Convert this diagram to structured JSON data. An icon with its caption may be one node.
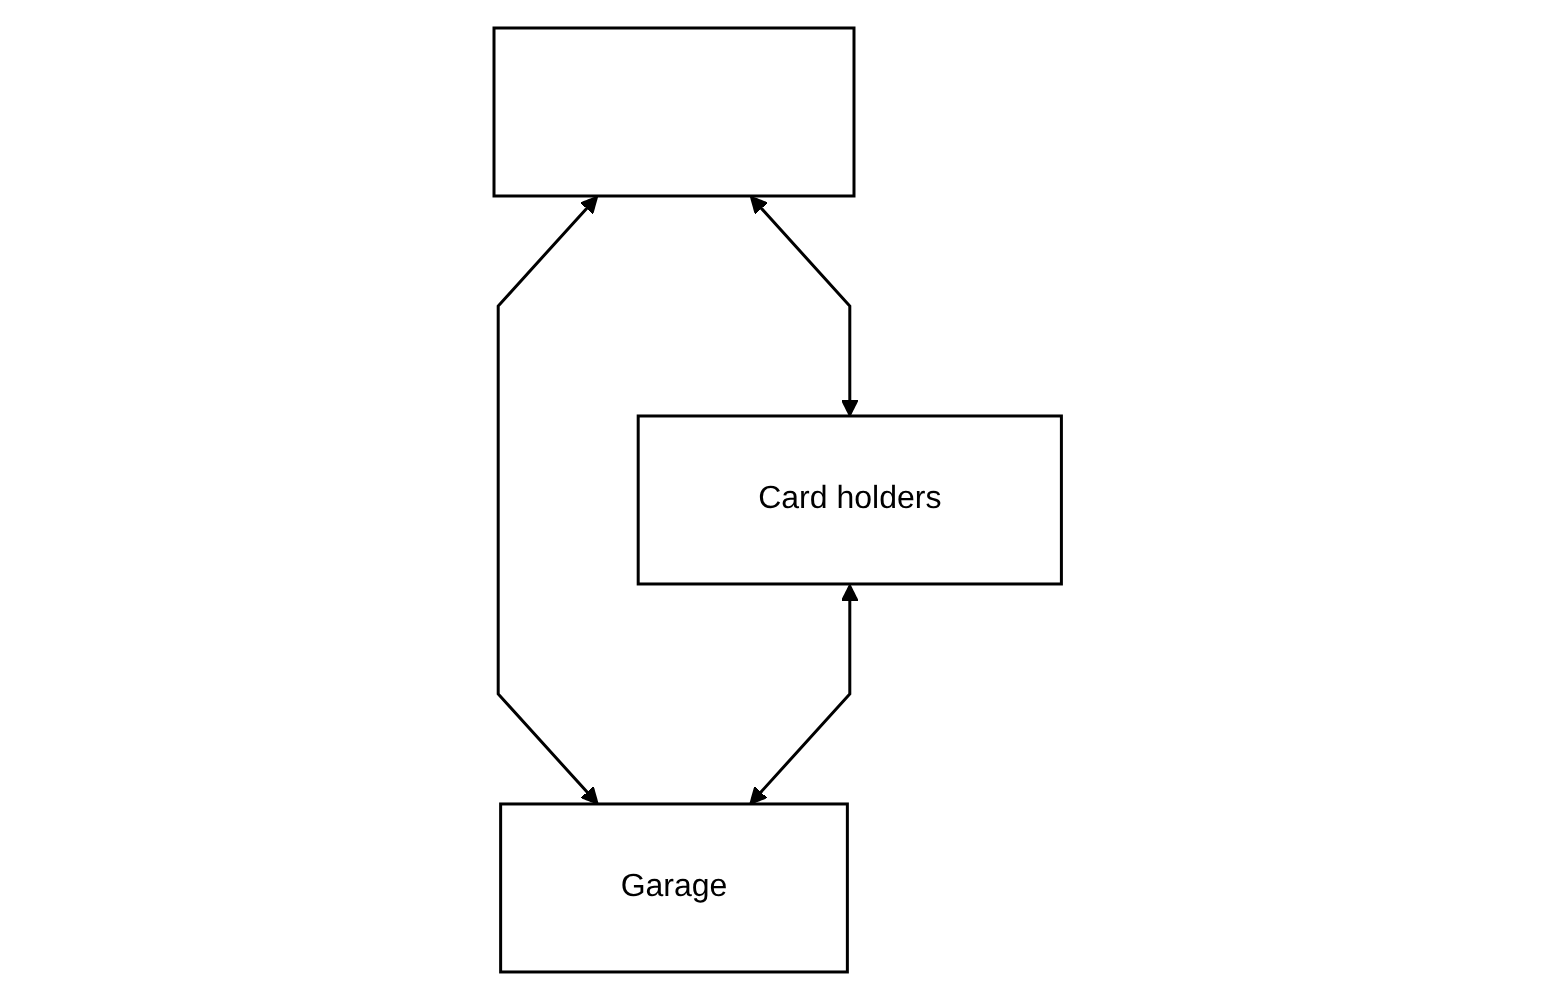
{
  "diagram": {
    "nodes": [
      {
        "text": [],
        "shape": "box"
      },
      {
        "text": [
          "Card holders"
        ]
      },
      {
        "text": [
          "Garage"
        ]
      }
    ],
    "edges": [
      {
        "from": 0,
        "to": 1,
        "arrow": "both"
      },
      {
        "from": 0,
        "to": 2,
        "arrow": "both"
      },
      {
        "from": 1,
        "to": 2,
        "arrow": "both"
      }
    ]
  }
}
